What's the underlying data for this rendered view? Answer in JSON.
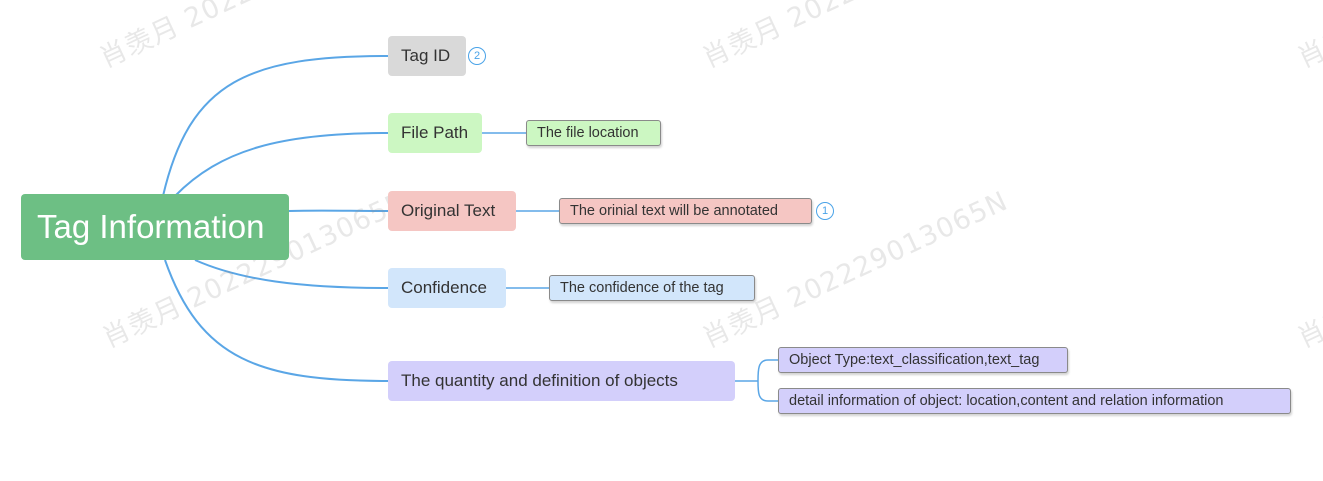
{
  "colors": {
    "connector": "#5aa6e6",
    "root": "#6dbf84",
    "tag_id": "#d9d9d9",
    "file_path": "#ccf7c2",
    "original_text": "#f5c6c3",
    "confidence": "#d2e6fb",
    "objects": "#d3cffb"
  },
  "watermark": "肖羡月 202229013065N",
  "root": {
    "label": "Tag Information"
  },
  "branches": [
    {
      "label": "Tag ID",
      "badge": "2",
      "children": []
    },
    {
      "label": "File Path",
      "children": [
        {
          "label": "The file location"
        }
      ]
    },
    {
      "label": "Original Text",
      "children": [
        {
          "label": "The orinial text will be annotated",
          "badge": "1"
        }
      ]
    },
    {
      "label": "Confidence",
      "children": [
        {
          "label": "The confidence of  the tag"
        }
      ]
    },
    {
      "label": "The quantity and definition of  objects",
      "children": [
        {
          "label": "Object Type:text_classification,text_tag"
        },
        {
          "label": "detail information of object: location,content  and relation information"
        }
      ]
    }
  ]
}
